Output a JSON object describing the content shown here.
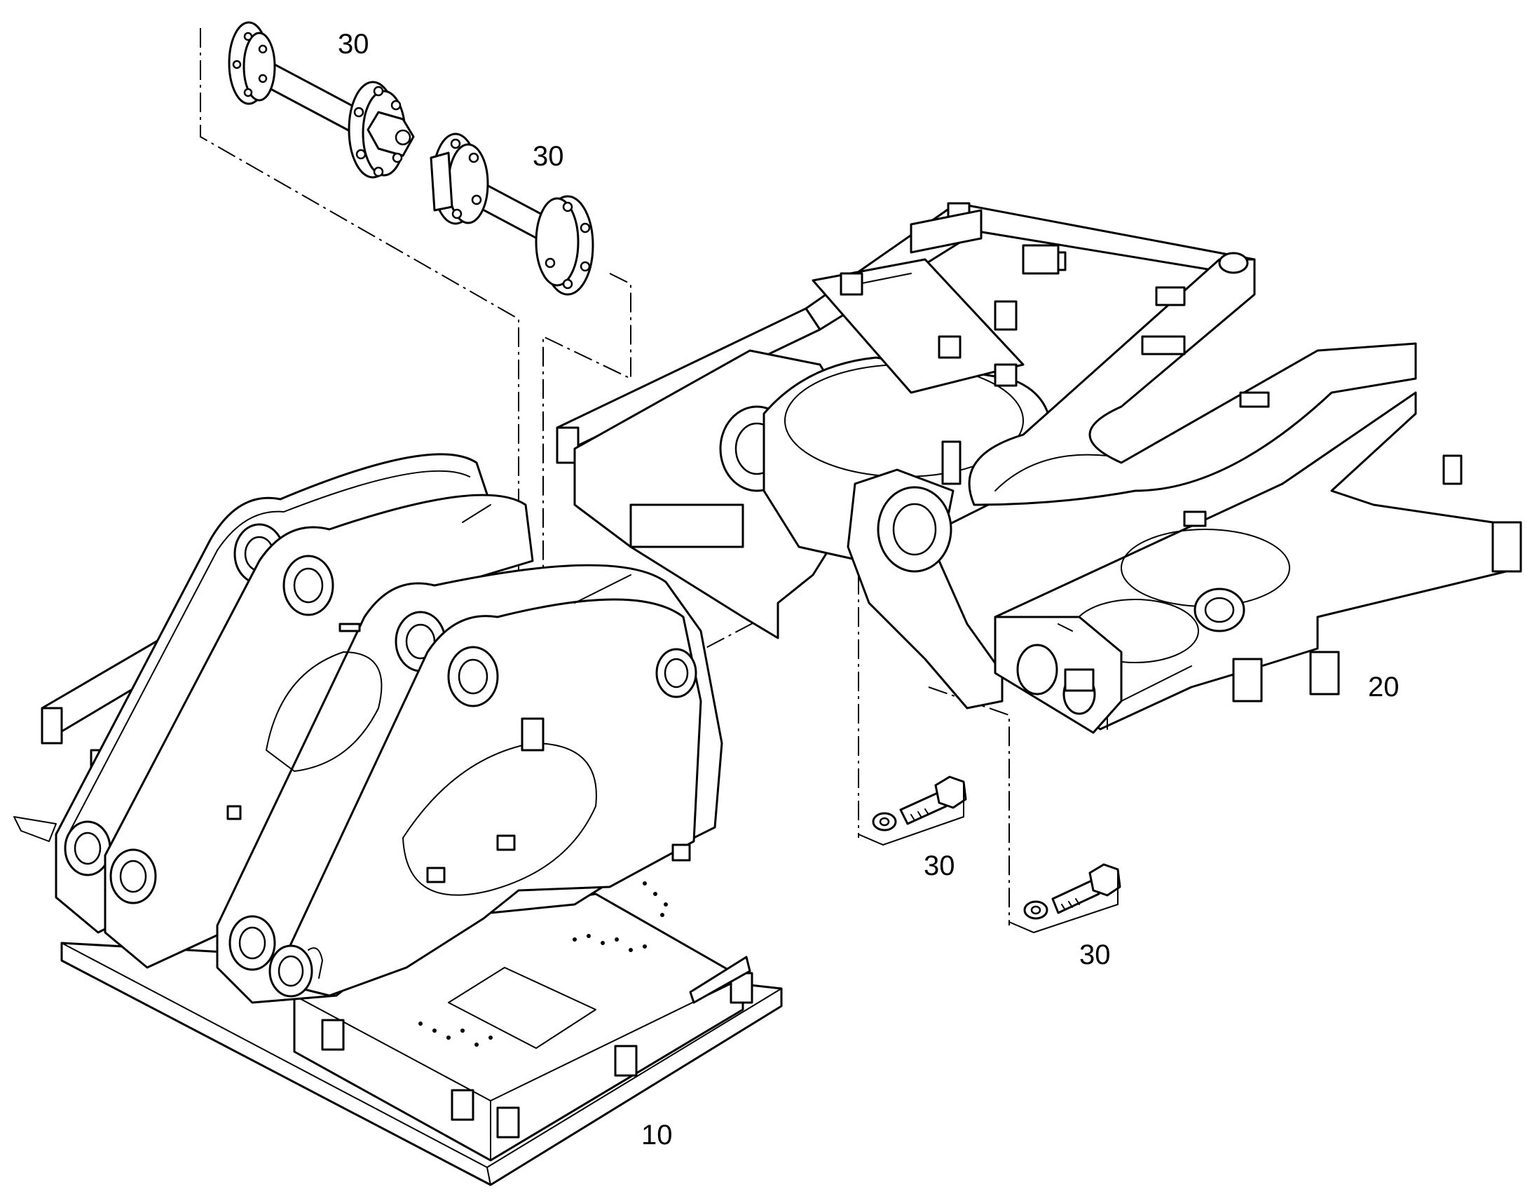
{
  "callouts": {
    "shaft_upper": "30",
    "shaft_lower": "30",
    "base_frame": "10",
    "upper_frame": "20",
    "bolt_upper": "30",
    "bolt_lower": "30"
  }
}
